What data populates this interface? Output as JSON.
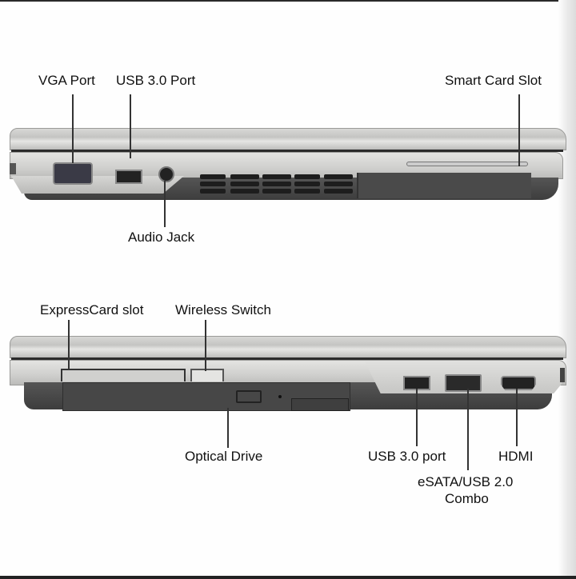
{
  "diagram": {
    "top_view": {
      "labels": {
        "vga": "VGA Port",
        "usb": "USB 3.0 Port",
        "smartcard": "Smart Card Slot",
        "audio": "Audio Jack"
      }
    },
    "bottom_view": {
      "labels": {
        "expresscard": "ExpressCard slot",
        "wireless": "Wireless Switch",
        "optical": "Optical Drive",
        "usb": "USB 3.0 port",
        "esata_line1": "eSATA/USB 2.0",
        "esata_line2": "Combo",
        "hdmi": "HDMI"
      }
    }
  }
}
